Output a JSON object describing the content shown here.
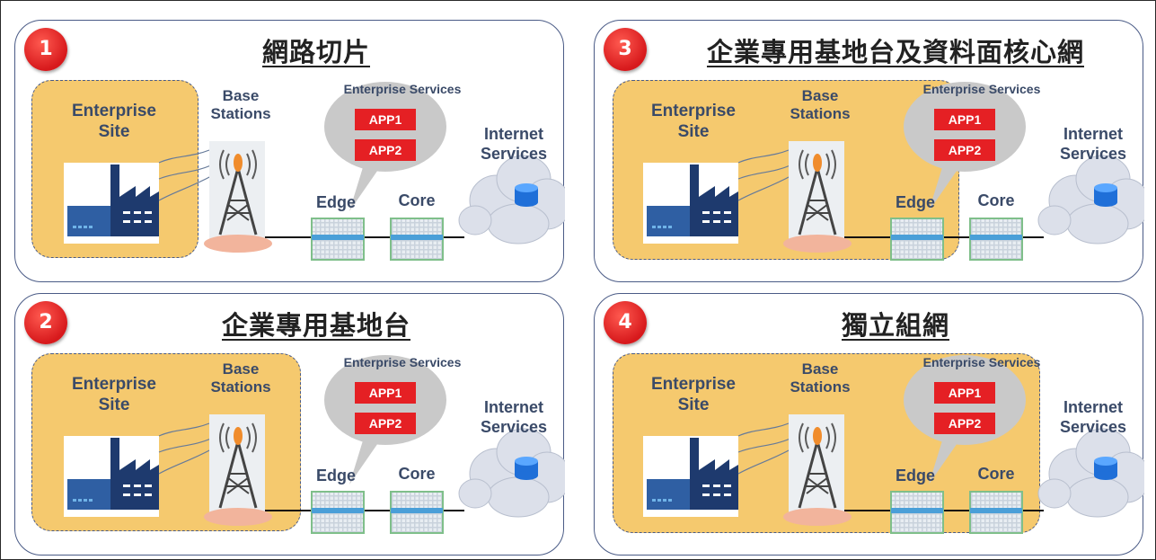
{
  "panels": [
    {
      "number": "1",
      "title": "網路切片"
    },
    {
      "number": "2",
      "title": "企業專用基地台"
    },
    {
      "number": "3",
      "title": "企業專用基地台及資料面核心網"
    },
    {
      "number": "4",
      "title": "獨立組網"
    }
  ],
  "labels": {
    "enterprise_site": "Enterprise\nSite",
    "base_stations": "Base\nStations",
    "enterprise_services": "Enterprise Services",
    "app1": "APP1",
    "app2": "APP2",
    "internet_services": "Internet\nServices",
    "edge": "Edge",
    "core": "Core"
  },
  "colors": {
    "badge": "#d7191c",
    "site_area": "#f5c96e",
    "app": "#e52024",
    "label_text": "#3a4a68",
    "border": "#4a5b86"
  }
}
